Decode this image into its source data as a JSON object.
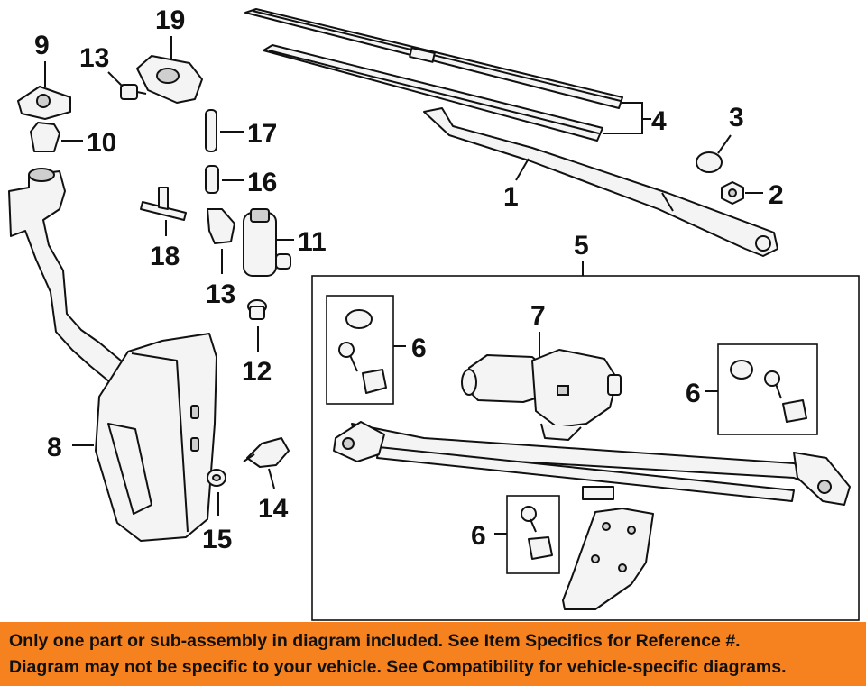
{
  "callouts": {
    "c1": "1",
    "c2": "2",
    "c3": "3",
    "c4": "4",
    "c5": "5",
    "c6a": "6",
    "c6b": "6",
    "c6c": "6",
    "c7": "7",
    "c8": "8",
    "c9": "9",
    "c10": "10",
    "c11": "11",
    "c12": "12",
    "c13a": "13",
    "c13b": "13",
    "c14": "14",
    "c15": "15",
    "c16": "16",
    "c17": "17",
    "c18": "18",
    "c19": "19"
  },
  "banner": {
    "line1": "Only one part or sub-assembly in diagram included. See Item Specifics for Reference #.",
    "line2": "Diagram may not be specific to your vehicle. See Compatibility for vehicle-specific diagrams."
  },
  "colors": {
    "banner": "#f5821f",
    "ink": "#111111"
  }
}
